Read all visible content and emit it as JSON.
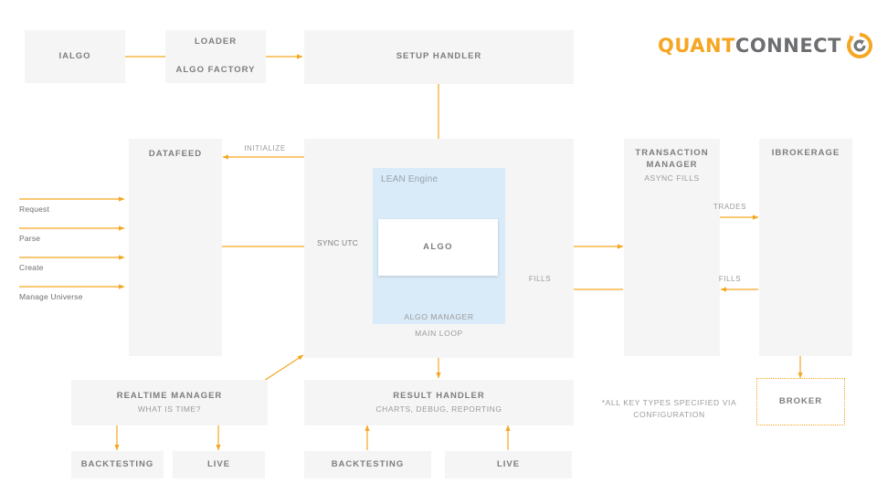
{
  "brand": {
    "name_part1": "QUANT",
    "name_part2": "CONNECT",
    "mark_icon": "quantconnect-circle-logo",
    "accent_color": "#f5a623",
    "text_color": "#6d6e71"
  },
  "colors": {
    "box_fill": "#f5f5f5",
    "box_text": "#7d7d7d",
    "sub_text": "#9b9b9b",
    "arrow": "#f5a623",
    "lean_panel": "#d9eaf8"
  },
  "boxes": {
    "ialgo": {
      "title": "IALGO"
    },
    "loader": {
      "title": "LOADER",
      "title2": "ALGO FACTORY"
    },
    "setup_handler": {
      "title": "SETUP HANDLER"
    },
    "datafeed": {
      "title": "DATAFEED"
    },
    "engine": {
      "lean_label": "LEAN Engine",
      "algo": "ALGO",
      "algo_manager": "ALGO MANAGER",
      "main_loop": "MAIN LOOP"
    },
    "transaction_manager": {
      "title": "TRANSACTION MANAGER",
      "subtitle": "ASYNC FILLS"
    },
    "ibrokerage": {
      "title": "IBROKERAGE"
    },
    "realtime_manager": {
      "title": "REALTIME MANAGER",
      "subtitle": "WHAT IS TIME?"
    },
    "result_handler": {
      "title": "RESULT HANDLER",
      "subtitle": "CHARTS, DEBUG, REPORTING"
    },
    "broker": {
      "title": "BROKER"
    },
    "realtime_backtesting": {
      "title": "BACKTESTING"
    },
    "realtime_live": {
      "title": "LIVE"
    },
    "result_backtesting": {
      "title": "BACKTESTING"
    },
    "result_live": {
      "title": "LIVE"
    }
  },
  "edge_labels": {
    "initialize": "INITIALIZE",
    "trades": "TRADES",
    "fills_brokerage": "FILLS",
    "fills_transaction": "FILLS",
    "sync_utc": "SYNC UTC"
  },
  "datafeed_flows": [
    {
      "label": "Request"
    },
    {
      "label": "Parse"
    },
    {
      "label": "Create"
    },
    {
      "label": "Manage Universe"
    }
  ],
  "footnote": {
    "line1": "*ALL KEY TYPES SPECIFIED VIA",
    "line2": "CONFIGURATION"
  }
}
